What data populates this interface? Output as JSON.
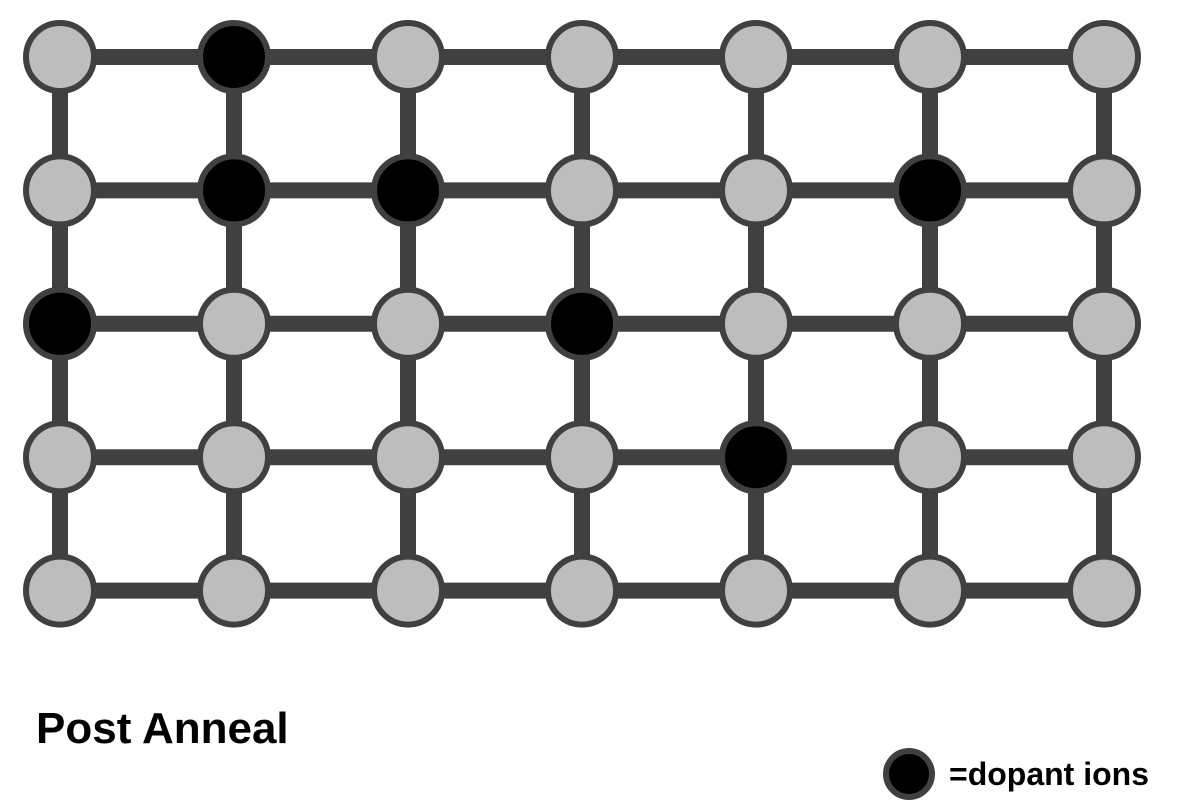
{
  "diagram": {
    "rows": 5,
    "cols": 7,
    "dopant_sites": [
      [
        0,
        1
      ],
      [
        1,
        1
      ],
      [
        1,
        2
      ],
      [
        1,
        5
      ],
      [
        2,
        0
      ],
      [
        2,
        3
      ],
      [
        3,
        4
      ]
    ],
    "colors": {
      "bond": "#404040",
      "host_atom": "#bdbdbd",
      "dopant_atom": "#000000",
      "atom_outline": "#404040"
    }
  },
  "caption": "Post Anneal",
  "legend": {
    "label": "=dopant ions"
  }
}
